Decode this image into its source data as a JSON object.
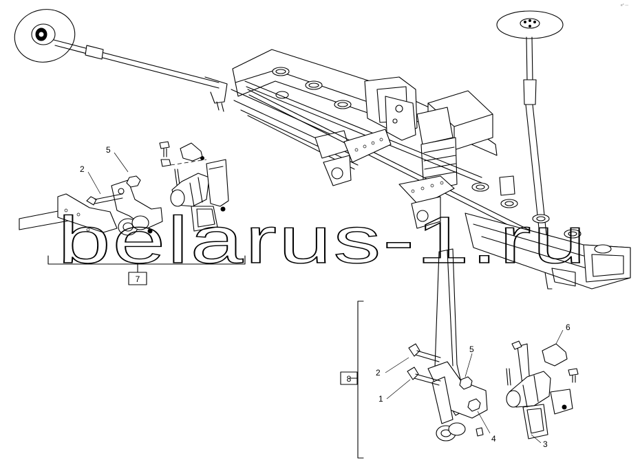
{
  "watermark": "belarus-1.ru",
  "corner_mark": "e° ---",
  "group_labels": {
    "left": "7",
    "right": "8"
  },
  "callouts": {
    "left_5": "5",
    "left_2": "2",
    "right_6": "6",
    "right_5": "5",
    "right_2": "2",
    "right_1": "1",
    "right_4": "4",
    "right_3": "3"
  },
  "colors": {
    "line": "#000000",
    "background": "#ffffff"
  }
}
